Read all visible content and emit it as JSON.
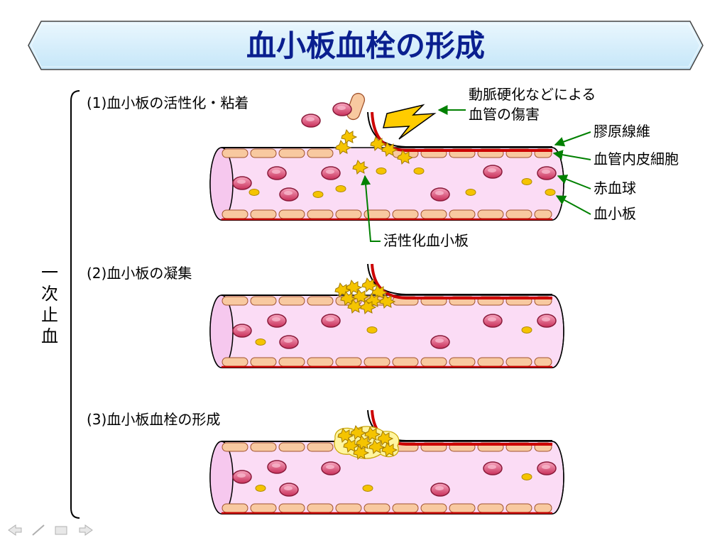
{
  "title": "血小板血栓の形成",
  "vertical_label": [
    "一",
    "次",
    "止",
    "血"
  ],
  "steps": [
    {
      "label": "(1)血小板の活性化・粘着"
    },
    {
      "label": "(2)血小板の凝集"
    },
    {
      "label": "(3)血小板血栓の形成"
    }
  ],
  "annotations": {
    "injury_line1": "動脈硬化などによる",
    "injury_line2": "血管の傷害",
    "collagen": "膠原線維",
    "endothelium": "血管内皮細胞",
    "rbc": "赤血球",
    "platelet": "血小板",
    "activated_platelet": "活性化血小板"
  },
  "colors": {
    "title_text": "#0a1f8f",
    "title_fill": "#d6eefb",
    "vessel_interior": "#fbdcf5",
    "endothelial_cell": "#f8c9a0",
    "collagen": "#cc0000",
    "rbc": "#e0507a",
    "platelet": "#f5c400",
    "arrow": "#008000"
  },
  "nav": {
    "prev_icon": "arrow-left-icon",
    "pen_icon": "pen-icon",
    "menu_icon": "menu-icon",
    "next_icon": "arrow-right-icon"
  }
}
